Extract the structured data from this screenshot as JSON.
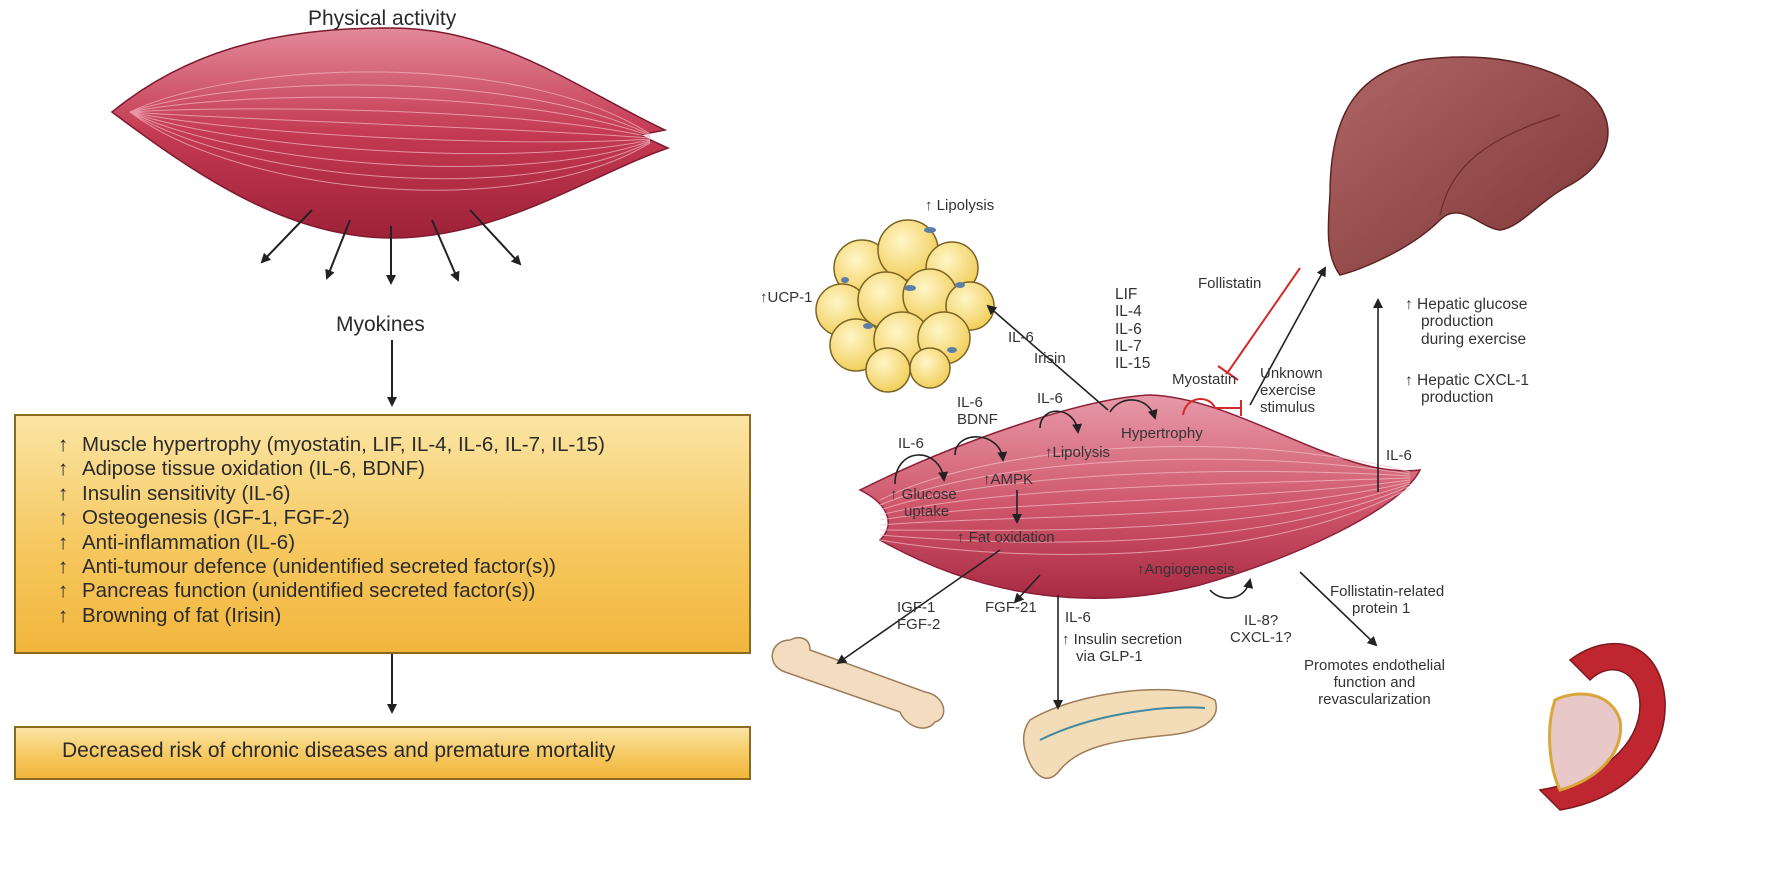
{
  "left": {
    "title": "Physical activity",
    "myokines": "Myokines",
    "arrow_glyph": "↑",
    "benefits": [
      "Muscle hypertrophy (myostatin, LIF, IL-4, IL-6, IL-7, IL-15)",
      "Adipose tissue oxidation (IL-6, BDNF)",
      "Insulin sensitivity (IL-6)",
      "Osteogenesis (IGF-1, FGF-2)",
      "Anti-inflammation (IL-6)",
      "Anti-tumour defence (unidentified secreted factor(s))",
      "Pancreas function (unidentified secreted factor(s))",
      "Browning of fat (Irisin)"
    ],
    "outcome": "Decreased risk of chronic diseases and premature mortality"
  },
  "right": {
    "lipolysis_top": "↑ Lipolysis",
    "ucp1": "↑UCP-1",
    "il6_irisin": [
      "IL-6",
      "Irisin"
    ],
    "hypertrophy_factors": [
      "LIF",
      "IL-4",
      "IL-6",
      "IL-7",
      "IL-15"
    ],
    "follistatin": "Follistatin",
    "myostatin": "Myostatin",
    "unknown_stimulus": [
      "Unknown",
      "exercise",
      "stimulus"
    ],
    "hepatic_glucose": [
      "↑ Hepatic glucose",
      "production",
      "during exercise"
    ],
    "hepatic_cxcl": [
      "↑ Hepatic CXCL-1",
      "production"
    ],
    "il6_liver": "IL-6",
    "il6_glucose": "IL-6",
    "il6_bdnf": [
      "IL-6",
      "BDNF"
    ],
    "il6_lipolysis": "IL-6",
    "hypertrophy": "Hypertrophy",
    "glucose_uptake": [
      "↑ Glucose",
      "uptake"
    ],
    "ampk": "↑AMPK",
    "lipolysis_mid": "↑Lipolysis",
    "fat_oxidation": "↑ Fat oxidation",
    "angiogenesis": "↑Angiogenesis",
    "il8_cxcl": [
      "IL-8?",
      "CXCL-1?"
    ],
    "igf_fgf": [
      "IGF-1",
      "FGF-2"
    ],
    "fgf21": "FGF-21",
    "il6_insulin": "IL-6",
    "insulin_secretion": [
      "↑ Insulin secretion",
      "via GLP-1"
    ],
    "follistatin_related": [
      "Follistatin-related",
      "protein 1"
    ],
    "endothelial": [
      "Promotes endothelial",
      "function and",
      "revascularization"
    ]
  },
  "colors": {
    "muscle": "#c0364c",
    "fat": "#f6d870",
    "liver": "#8e4344",
    "bone": "#f3dcc0",
    "box": "#f6c860",
    "inhibit": "#d42a2a"
  }
}
